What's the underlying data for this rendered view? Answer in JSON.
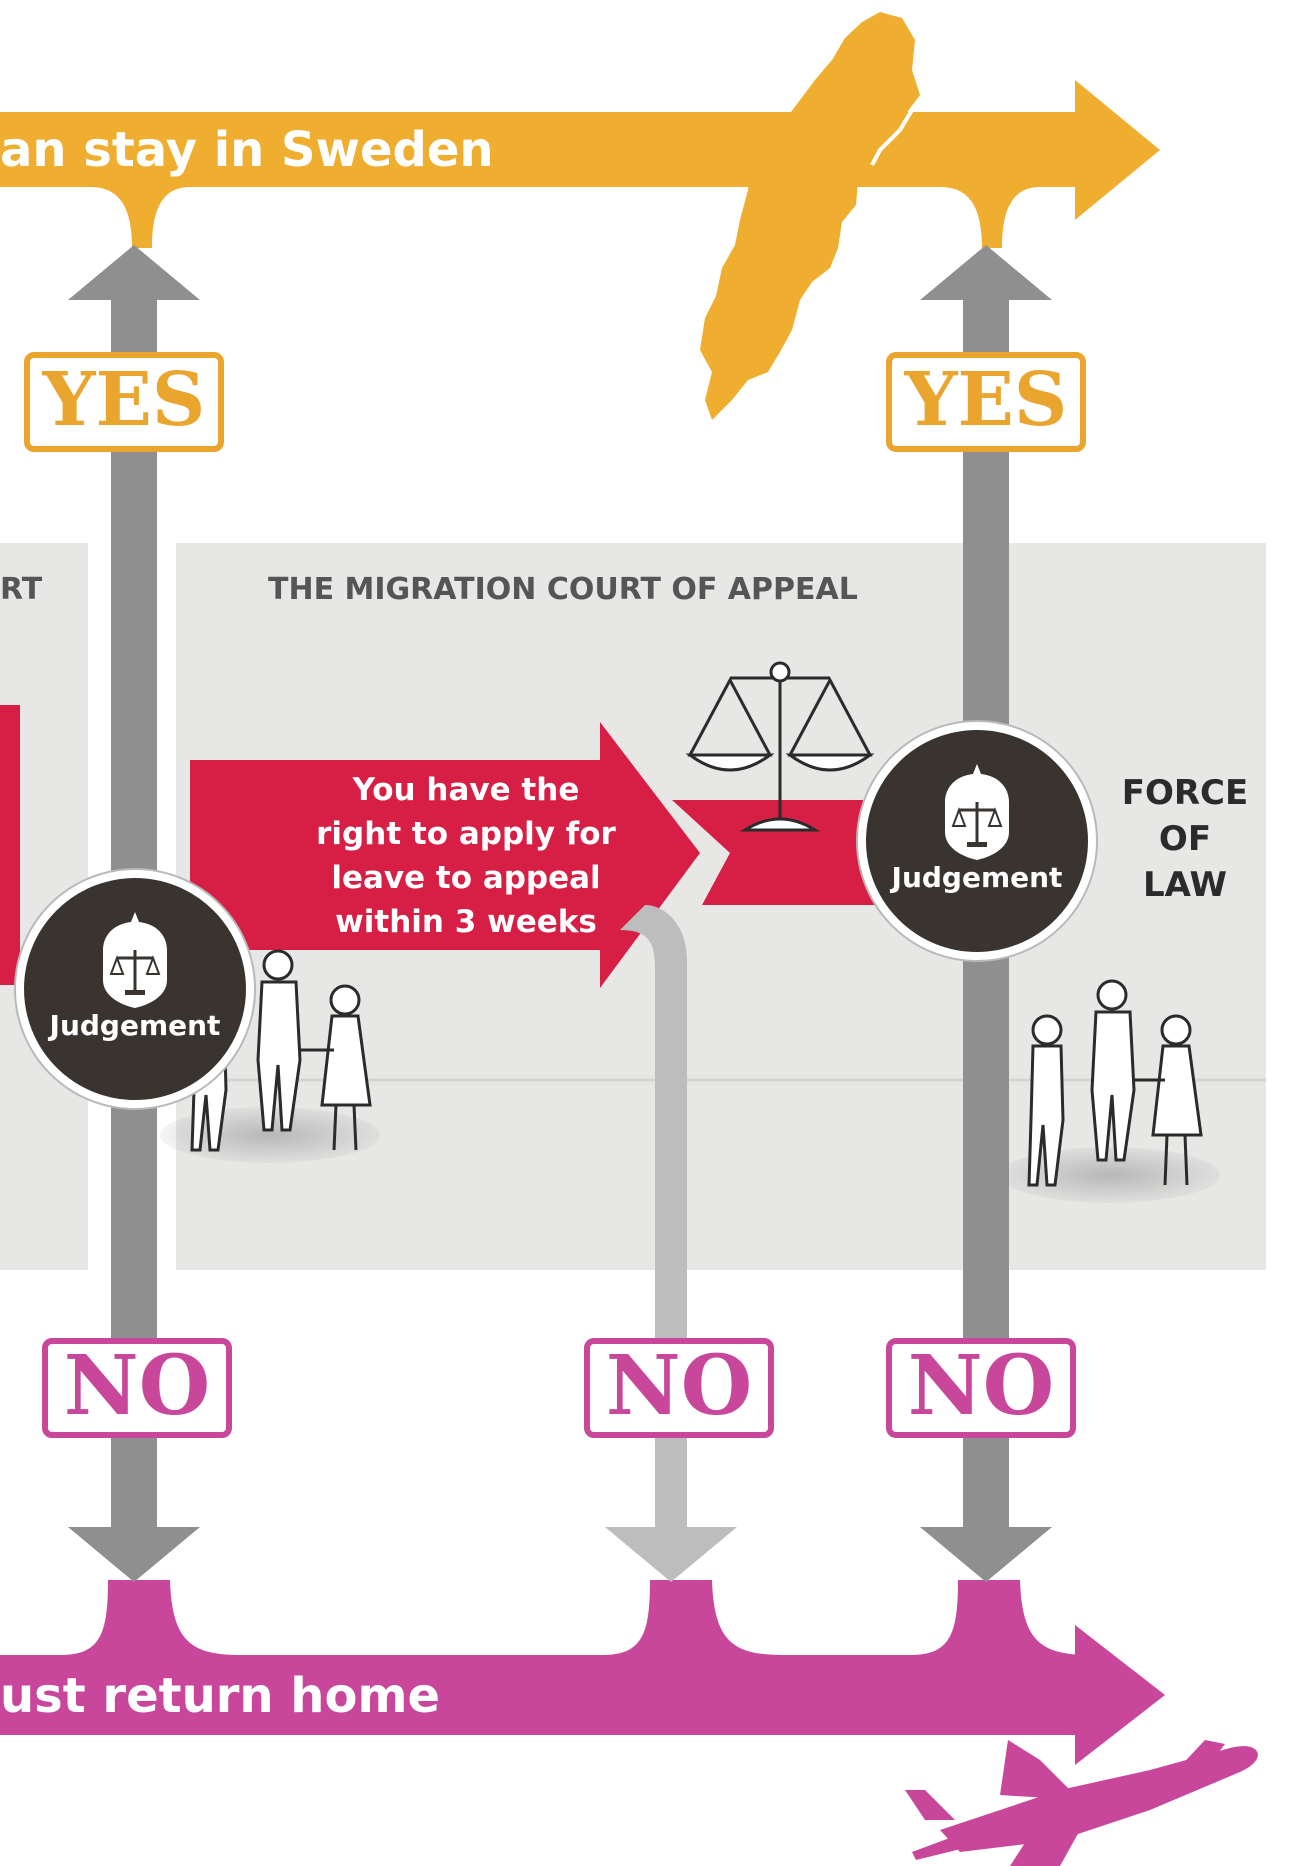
{
  "colors": {
    "stay": "#efae2f",
    "return": "#c8479a",
    "court": "#d71f45",
    "panel": "#e7e7e6",
    "shaft": "#8f8f8f",
    "shaft_light": "#bdbdbd",
    "circle": "#3a3431"
  },
  "top_banner": {
    "text": "an stay in Sweden"
  },
  "bottom_banner": {
    "text": "ust return home"
  },
  "left_panel": {
    "title_fragment": "RT"
  },
  "appeal_court": {
    "title": "THE MIGRATION COURT OF APPEAL"
  },
  "appeal_arrow": {
    "lines": [
      "You have the",
      "right to apply for",
      "leave to appeal",
      "within 3 weeks"
    ]
  },
  "judgements": [
    {
      "label": "Judgement"
    },
    {
      "label": "Judgement"
    }
  ],
  "force_of_law": {
    "lines": [
      "FORCE",
      "OF",
      "LAW"
    ]
  },
  "stamps": {
    "yes": [
      "YES",
      "YES"
    ],
    "no": [
      "NO",
      "NO",
      "NO"
    ]
  },
  "icons": [
    "sweden-map-icon",
    "scales-of-justice-icon",
    "gavel-shield-icon",
    "people-handshake-icon",
    "airplane-icon"
  ]
}
